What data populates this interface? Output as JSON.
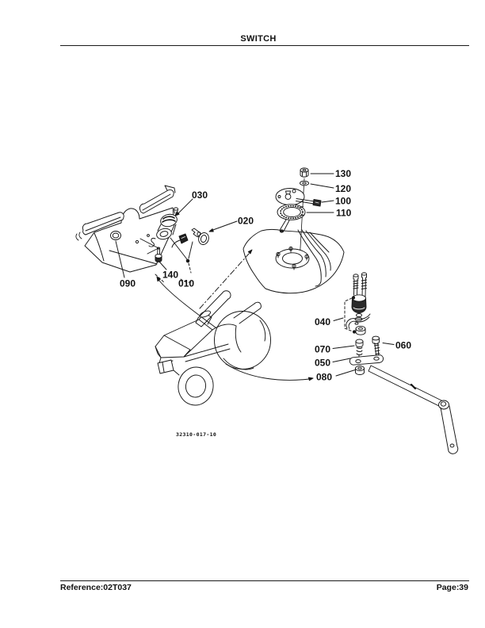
{
  "header": {
    "title": "SWITCH"
  },
  "footer": {
    "reference": "Reference:02T037",
    "page": "Page:39"
  },
  "diagram": {
    "figure_code": "32310-017-10",
    "labels": [
      {
        "part": "130",
        "text": "130"
      },
      {
        "part": "120",
        "text": "120"
      },
      {
        "part": "100",
        "text": "100"
      },
      {
        "part": "110",
        "text": "110"
      },
      {
        "part": "030",
        "text": "030"
      },
      {
        "part": "020",
        "text": "020"
      },
      {
        "part": "090",
        "text": "090"
      },
      {
        "part": "140",
        "text": "140"
      },
      {
        "part": "010",
        "text": "010"
      },
      {
        "part": "040",
        "text": "040"
      },
      {
        "part": "070",
        "text": "070"
      },
      {
        "part": "060",
        "text": "060"
      },
      {
        "part": "050",
        "text": "050"
      },
      {
        "part": "080",
        "text": "080"
      }
    ],
    "colors": {
      "ink": "#161616",
      "paper": "#ffffff"
    }
  }
}
